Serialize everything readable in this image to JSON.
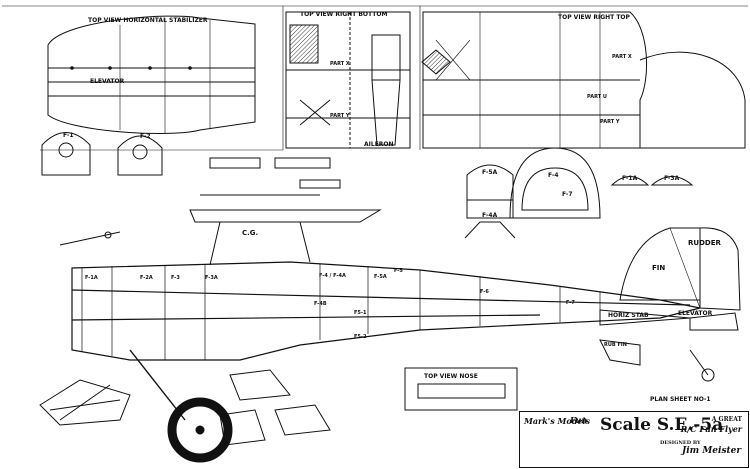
{
  "labels": {
    "top_view_horizontal_stabilizer": "TOP VIEW HORIZONTAL STABILIZER",
    "elevator": "ELEVATOR",
    "top_view_right_bottom": "TOP VIEW RIGHT BOTTOM",
    "part_x": "PART X",
    "part_y": "PART Y",
    "aileron": "AILERON",
    "top_view_right_top": "TOP VIEW RIGHT TOP",
    "part_x_right": "PART X",
    "part_y_right": "PART Y",
    "part_u": "PART U",
    "f1_former": "F-1",
    "f2_former": "F-2",
    "f5a_former": "F-5A",
    "f4_former": "F-4",
    "f7_former": "F-7",
    "f4a_former": "F-4A",
    "f1a_former": "F-1A",
    "f3a_former": "F-3A",
    "cg_mark": "C.G.",
    "fin": "FIN",
    "rudder": "RUDDER",
    "f1a_fuselage": "F-1A",
    "f2a_fuselage": "F-2A",
    "f3_fuselage": "F-3",
    "f3a_fuselage": "F-3A",
    "f4_f4a_fuselage": "F-4 / F-4A",
    "f5a_fuselage": "F-5A",
    "f5_fuselage": "F-5",
    "f6_fuselage": "F-6",
    "f7_fuselage": "F-7",
    "f4b_fuselage": "F-4B",
    "f5_1_fuselage": "F5-1",
    "f5_2_fuselage": "F5-2",
    "horiz_stab": "HORIZ STAB",
    "elevator_side": "ELEVATOR",
    "rub_fin": "RUB FIN",
    "top_view_nose": "TOP VIEW NOSE",
    "plan_sheet": "PLAN SHEET NO-1"
  },
  "title_block": {
    "brand": "Mark's Models",
    "fun": "Fun",
    "model": "Scale S.E.-5a",
    "great": "A GREAT",
    "rc": "R/C Fun Flyer",
    "by": "DESIGNED BY",
    "designer": "Jim Meister"
  },
  "colors": {
    "line": "#111111",
    "hatch": "#333333",
    "paper": "#ffffff"
  }
}
